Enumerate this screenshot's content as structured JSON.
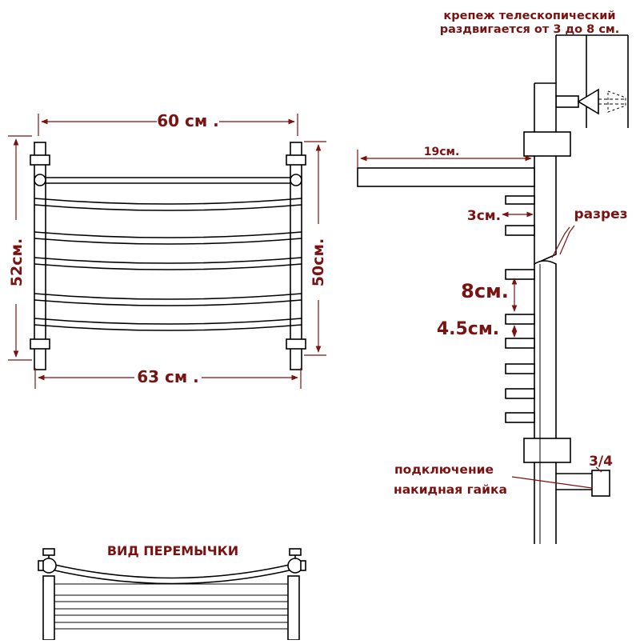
{
  "labels": {
    "width_top": "60 см .",
    "width_bottom": "63 см .",
    "height_left": "52см.",
    "height_right": "50см.",
    "mount_line1": "крепеж телескопический",
    "mount_line2": "раздвигается от 3 до 8 см.",
    "depth": "19см.",
    "gap_small": "3см.",
    "section": "разрез",
    "spacing_8": "8см.",
    "spacing_45": "4.5см.",
    "thread": "3/4",
    "connection_line1": "подключение",
    "connection_line2": "накидная гайка",
    "crossbar_view": "ВИД ПЕРЕМЫЧКИ"
  },
  "colors": {
    "label": "#7a1212",
    "line": "#000000",
    "background": "#ffffff"
  }
}
